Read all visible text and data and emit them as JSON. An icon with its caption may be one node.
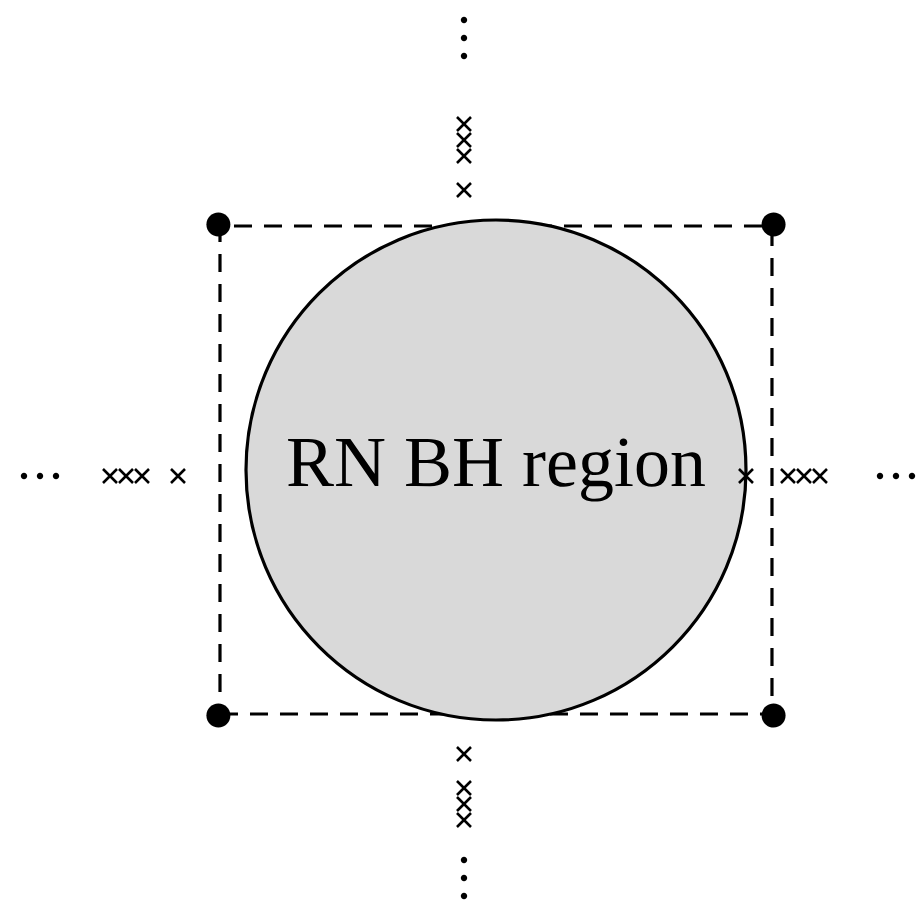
{
  "diagram": {
    "nodes": [
      {
        "text": [],
        "shape": "box"
      },
      {
        "text": [
          "RN BH region"
        ],
        "in": 0
      }
    ]
  }
}
